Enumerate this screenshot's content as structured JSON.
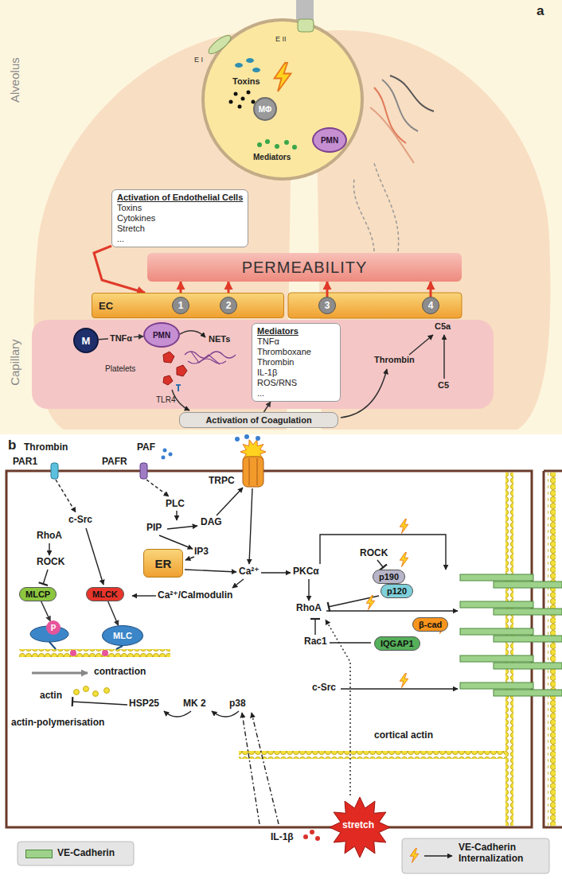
{
  "diagram": {
    "nodes": [
      {
        "text": [
          "MΦ"
        ]
      },
      {
        "text": [
          "PMN"
        ]
      },
      {
        "text": [
          "Activation of Endothelial Cells",
          "Toxins",
          "Cytokines",
          "Stretch",
          "..."
        ]
      },
      {
        "text": [
          "PERMEABILITY"
        ]
      },
      {
        "text": [
          "EC"
        ]
      },
      {
        "text": [
          "1"
        ],
        "in": 4
      },
      {
        "text": [
          "2"
        ],
        "in": 4
      },
      {
        "text": [
          "3"
        ]
      },
      {
        "text": [
          "4"
        ]
      },
      {
        "text": [
          "M"
        ]
      },
      {
        "text": [
          "PMN"
        ]
      },
      {
        "text": [
          "Mediators",
          "TNFα",
          "Thromboxane",
          "Thrombin",
          "IL-1β",
          "ROS/RNS",
          "..."
        ]
      },
      {
        "text": [
          "Activation of Coagulation"
        ]
      },
      {
        "text": [
          "ER"
        ]
      },
      {
        "text": [
          "MLCP"
        ]
      },
      {
        "text": [
          "MLCK"
        ]
      },
      {
        "text": [
          "P"
        ]
      },
      {
        "text": [
          "MLC"
        ]
      },
      {
        "text": [
          "p190"
        ]
      },
      {
        "text": [
          "p120"
        ]
      },
      {
        "text": [
          "β-cad"
        ]
      },
      {
        "text": [
          "IQGAP1"
        ]
      }
    ],
    "edges": [
      {
        "from": 2,
        "to": 4,
        "arrow": "to"
      },
      {
        "from": 5,
        "to": 3,
        "arrow": "to"
      },
      {
        "from": 6,
        "to": 3,
        "arrow": "to"
      },
      {
        "from": 7,
        "to": 3,
        "arrow": "to"
      },
      {
        "from": 8,
        "to": 3,
        "arrow": "to"
      },
      {
        "from": 9,
        "to": 10,
        "label": "TNFα",
        "arrow": "to"
      },
      {
        "from": 12,
        "to": 11,
        "arrow": "to"
      },
      {
        "from": 14,
        "to": 16,
        "arrow": "to"
      },
      {
        "from": 15,
        "to": 17,
        "arrow": "to"
      }
    ],
    "labels": [
      "a",
      "Alveolus",
      "E II",
      "E I",
      "Toxins",
      "Mediators",
      "Capillary",
      "NETs",
      "Platelets",
      "TLR4",
      "Thrombin",
      "C5a",
      "C5",
      "b",
      "Thrombin",
      "PAF",
      "PAR1",
      "PAFR",
      "TRPC",
      "c-Src",
      "PLC",
      "PIP",
      "DAG",
      "RhoA",
      "ROCK",
      "IP3",
      "Ca²⁺",
      "PKCα",
      "ROCK",
      "Ca²⁺/Calmodulin",
      "RhoA",
      "Rac1",
      "c-Src",
      "contraction",
      "actin",
      "HSP25",
      "MK 2",
      "p38",
      "actin-polymerisation",
      "cortical actin",
      "stretch",
      "IL-1β"
    ],
    "legend": [
      {
        "text": "VE-Cadherin",
        "color": "#9ed28b"
      },
      {
        "text": "VE-Cadherin Internalization"
      }
    ]
  }
}
